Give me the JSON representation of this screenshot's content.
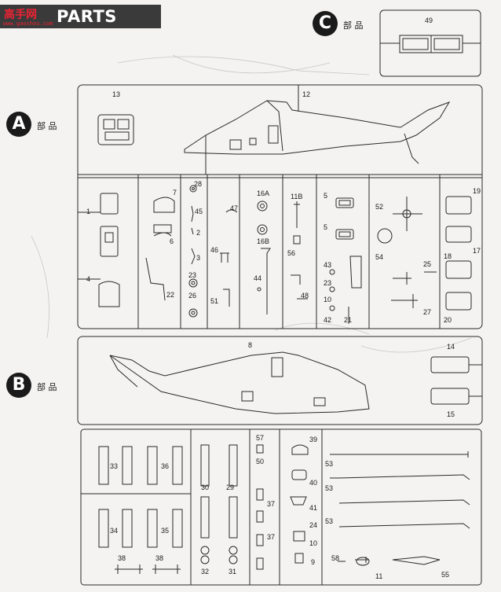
{
  "header": {
    "logo": "高手网",
    "logo_sub": "www.gaoshou.com",
    "title": "PARTS"
  },
  "sections": {
    "a": "A",
    "b": "B",
    "c": "C",
    "label": "部 品"
  },
  "parts": {
    "c49": "49",
    "a13": "13",
    "a12": "12",
    "a1": "1",
    "a4": "4",
    "a7": "7",
    "a6": "6",
    "a22": "22",
    "a28": "28",
    "a45": "45",
    "a2": "2",
    "a3": "3",
    "a26": "26",
    "a23b": "23",
    "a46": "46",
    "a51": "51",
    "a47": "47",
    "a16a": "16A",
    "a16b": "16B",
    "a44": "44",
    "a11b": "11B",
    "a56": "56",
    "a48": "48",
    "a5a": "5",
    "a5b": "5",
    "a43": "43",
    "a23": "23",
    "a10": "10",
    "a42": "42",
    "a21": "21",
    "a52": "52",
    "a54": "54",
    "a25": "25",
    "a27": "27",
    "a19": "19",
    "a17": "17",
    "a18": "18",
    "a20": "20",
    "b8": "8",
    "b14": "14",
    "b15": "15",
    "b33": "33",
    "b36": "36",
    "b34": "34",
    "b35": "35",
    "b38a": "38",
    "b38b": "38",
    "b30": "30",
    "b29": "29",
    "b32": "32",
    "b31": "31",
    "b57": "57",
    "b50": "50",
    "b37a": "37",
    "b37b": "37",
    "b39": "39",
    "b40": "40",
    "b41": "41",
    "b24": "24",
    "b10": "10",
    "b9": "9",
    "b53a": "53",
    "b53b": "53",
    "b53c": "53",
    "b58": "58",
    "b11": "11",
    "b55": "55"
  }
}
